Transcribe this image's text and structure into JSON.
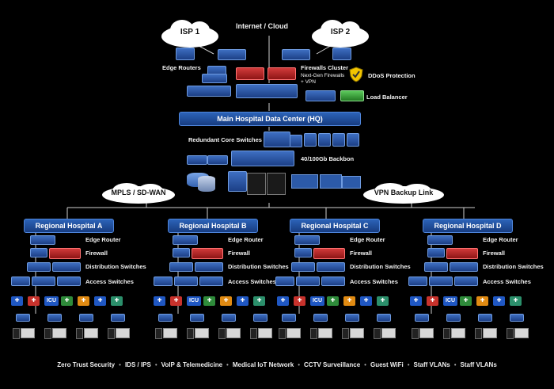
{
  "top": {
    "isp1": "ISP 1",
    "isp2": "ISP 2",
    "cloud_label": "Internet / Cloud",
    "edge_routers": "Edge Routers",
    "firewalls_cluster": "Firewalls Cluster",
    "ngfw": "Next-Gen Firewalls\n+ VPN",
    "ddos": "DDoS Protection",
    "load_balancer": "Load Balancer"
  },
  "datacenter": {
    "title": "Main Hospital Data Center (HQ)",
    "core_switches": "Redundant Core Switches",
    "backbone": "40/100Gb Backbon"
  },
  "wan": {
    "mpls": "MPLS / SD-WAN",
    "vpn": "VPN Backup Link"
  },
  "regions": [
    {
      "title": "Regional Hospital A"
    },
    {
      "title": "Regional Hospital B"
    },
    {
      "title": "Regional Hospital C"
    },
    {
      "title": "Regional Hospital D"
    }
  ],
  "tiers": {
    "edge_router": "Edge Router",
    "firewall": "Firewall",
    "distribution": "Distribution Switches",
    "access": "Access Switches"
  },
  "dept_icons": [
    "hospital-icon",
    "bed-icon",
    "ICU",
    "pharmacy-icon",
    "lab-icon",
    "patient-icon",
    "ambulance-icon"
  ],
  "icu_label": "ICU",
  "footer": [
    "Zero Trust Security",
    "IDS / IPS",
    "VoIP & Telemedicine",
    "Medical IoT Network",
    "CCTV Surveillance",
    "Guest WiFi",
    "Staff VLANs",
    "Staff VLANs"
  ],
  "colors": {
    "header_blue": "#2c63b8",
    "firewall_red": "#c62828",
    "ddos_yellow": "#f2c400",
    "lb_green": "#3aa63a",
    "line": "#d0d0d0"
  }
}
